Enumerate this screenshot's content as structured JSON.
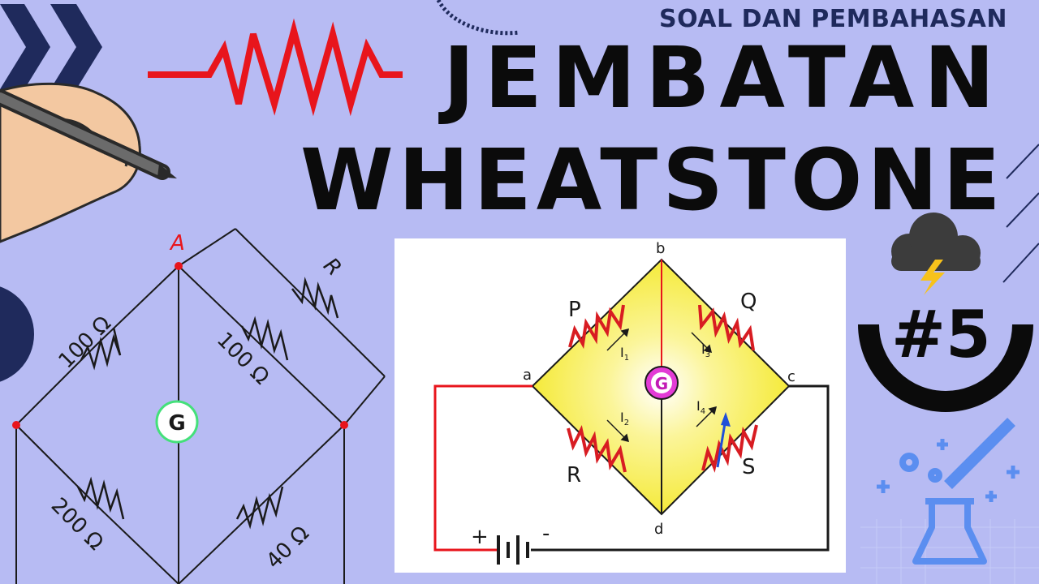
{
  "header": {
    "subtitle": "SOAL DAN PEMBAHASAN",
    "title_line1": "JEMBATAN",
    "title_line2": "WHEATSTONE",
    "episode": "#5"
  },
  "left_circuit": {
    "node_top": "A",
    "resistor_top_left": "100 Ω",
    "resistor_top_middle": "100 Ω",
    "resistor_top_right": "R",
    "resistor_bottom_left": "200 Ω",
    "resistor_bottom_right": "40 Ω",
    "galvanometer": "G"
  },
  "right_circuit": {
    "node_a": "a",
    "node_b": "b",
    "node_c": "c",
    "node_d": "d",
    "resistor_p": "P",
    "resistor_q": "Q",
    "resistor_r": "R",
    "resistor_s": "S",
    "current_1": "I",
    "current_1_sub": "1",
    "current_2": "I",
    "current_2_sub": "2",
    "current_3": "I",
    "current_3_sub": "3",
    "current_4": "I",
    "current_4_sub": "4",
    "galvanometer": "G",
    "battery_plus": "+",
    "battery_minus": "-"
  },
  "colors": {
    "background": "#b7bbf3",
    "navy": "#1f2a5c",
    "accent_red": "#e8151c",
    "bridge_yellow": "#f5ea3a",
    "galvanometer_magenta": "#e33bd6",
    "galvanometer_green": "#44e07a",
    "flask_blue": "#5b8ef0"
  }
}
